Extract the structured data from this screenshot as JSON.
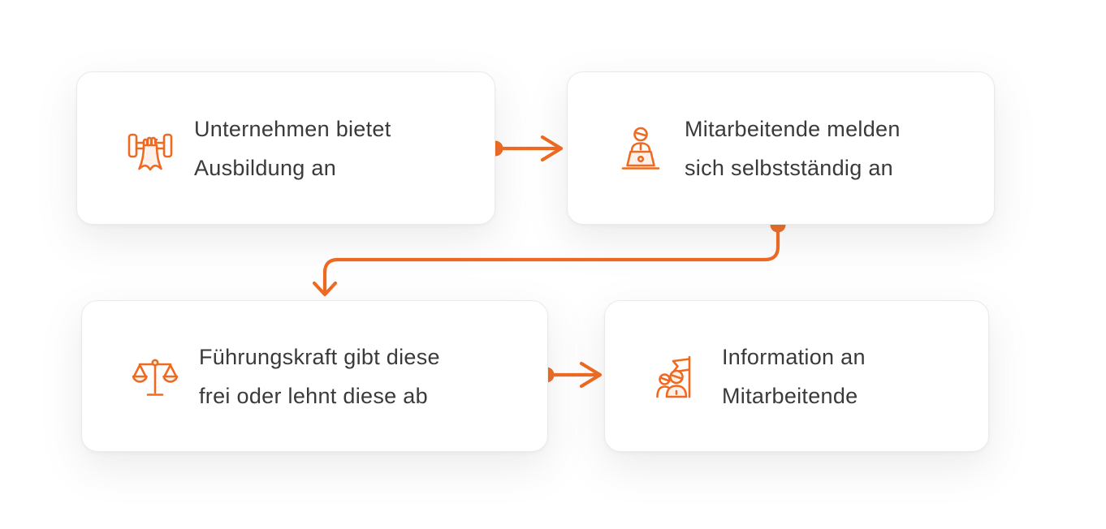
{
  "colors": {
    "accent": "#EF6A21",
    "icon_fill": "#FDF1E9",
    "text": "#3A3A3A",
    "card_bg": "#FFFFFF",
    "card_border": "#ECEAE9",
    "background": "#FFFFFF"
  },
  "flowchart": {
    "type": "process-flow",
    "nodes": [
      {
        "id": "offer",
        "icon": "dumbbell-hand-icon",
        "lines": [
          "Unternehmen bietet",
          "Ausbildung an"
        ]
      },
      {
        "id": "register",
        "icon": "person-laptop-icon",
        "lines": [
          "Mitarbeitende melden",
          "sich selbstständig an"
        ]
      },
      {
        "id": "approve",
        "icon": "scales-icon",
        "lines": [
          "Führungskraft gibt diese",
          "frei oder lehnt diese ab"
        ]
      },
      {
        "id": "inform",
        "icon": "people-flag-icon",
        "lines": [
          "Information an",
          "Mitarbeitende"
        ]
      }
    ],
    "edges": [
      {
        "from": "offer",
        "to": "register",
        "style": "dot-start arrow-end",
        "shape": "straight"
      },
      {
        "from": "register",
        "to": "approve",
        "style": "dot-start arrow-end",
        "shape": "elbow"
      },
      {
        "from": "approve",
        "to": "inform",
        "style": "dot-start arrow-end",
        "shape": "straight"
      }
    ]
  }
}
